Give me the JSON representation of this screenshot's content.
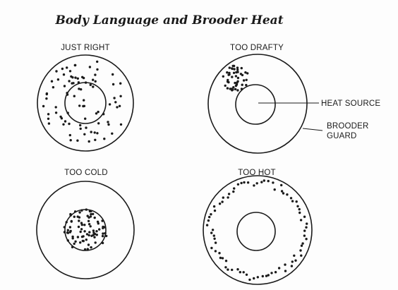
{
  "title": "Body Language and Brooder Heat",
  "panels": [
    {
      "id": "just-right",
      "label": "JUST RIGHT"
    },
    {
      "id": "too-drafty",
      "label": "TOO DRAFTY"
    },
    {
      "id": "too-cold",
      "label": "TOO COLD"
    },
    {
      "id": "too-hot",
      "label": "TOO HOT"
    }
  ],
  "callouts": {
    "heat_source": "HEAT SOURCE",
    "brooder_guard_line1": "BROODER",
    "brooder_guard_line2": "GUARD"
  }
}
